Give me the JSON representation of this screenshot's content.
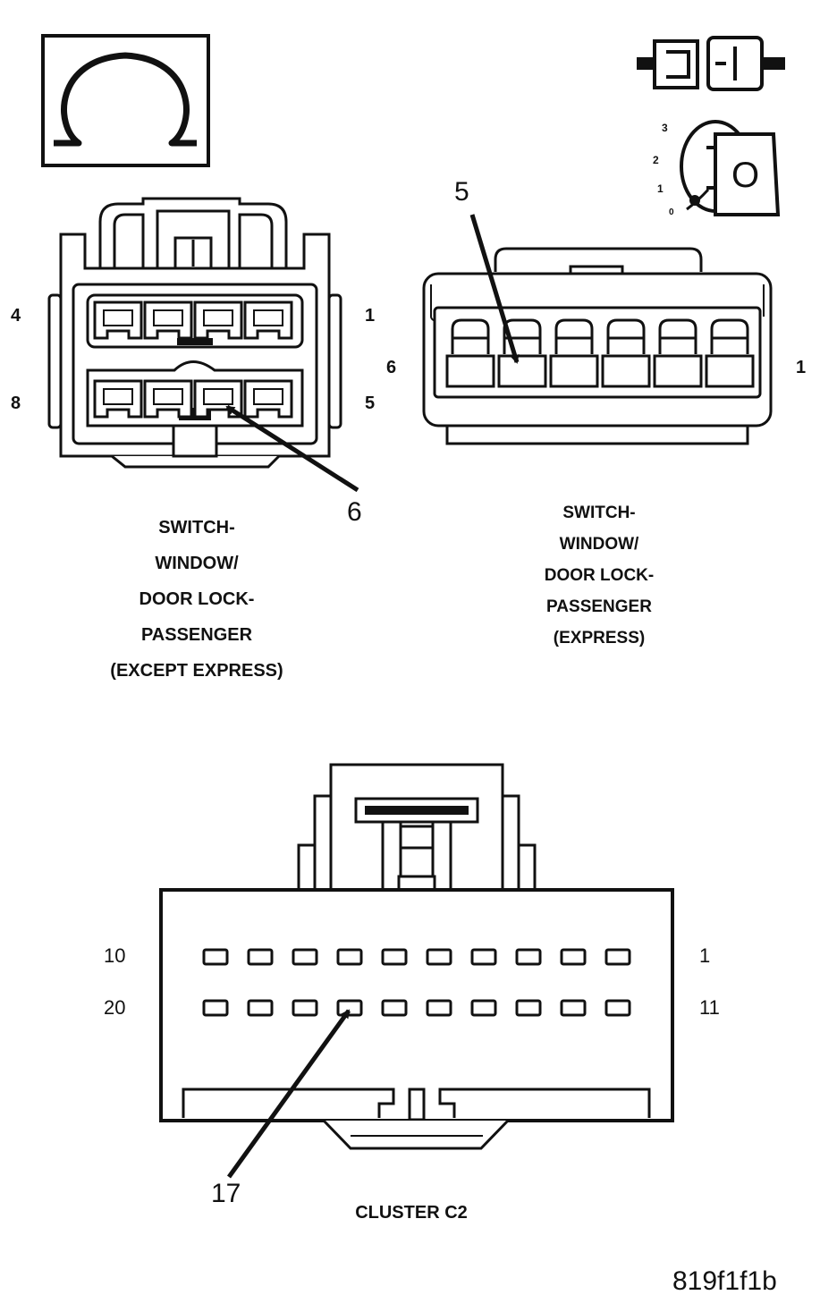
{
  "meter_icon": {
    "symbol": "Ω",
    "icon": "ohm-icon"
  },
  "ignition_icon": {
    "positions": [
      "3",
      "2",
      "1",
      "0"
    ],
    "key_label": "O",
    "icons": [
      "connector-icon",
      "ignition-key-icon"
    ]
  },
  "connector_except_express": {
    "pin_labels": {
      "top_left": "4",
      "top_right": "1",
      "bottom_left": "8",
      "bottom_right": "5"
    },
    "callout": "6",
    "caption": [
      "SWITCH-",
      "WINDOW/",
      "DOOR LOCK-",
      "PASSENGER",
      "(EXCEPT EXPRESS)"
    ]
  },
  "connector_express": {
    "pin_labels": {
      "left": "6",
      "right": "1"
    },
    "callout": "5",
    "caption": [
      "SWITCH-",
      "WINDOW/",
      "DOOR LOCK-",
      "PASSENGER",
      "(EXPRESS)"
    ]
  },
  "connector_cluster": {
    "pin_labels": {
      "top_left": "10",
      "top_right": "1",
      "bottom_left": "20",
      "bottom_right": "11"
    },
    "callout": "17",
    "caption": "CLUSTER C2"
  },
  "figure_id": "819f1f1b"
}
